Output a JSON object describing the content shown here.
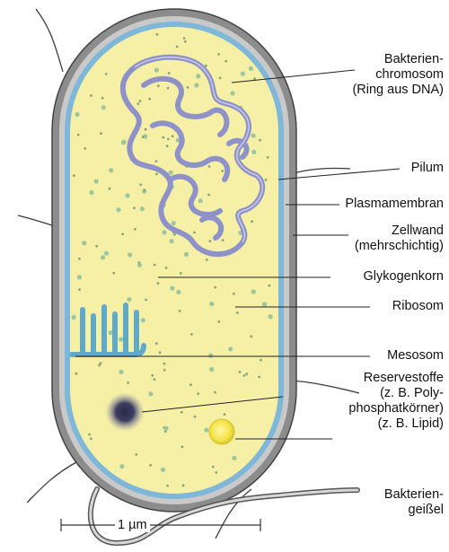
{
  "labels": {
    "chromosome": [
      "Bakterien-",
      "chromosom",
      "(Ring aus DNA)"
    ],
    "pilus": [
      "Pilum"
    ],
    "membrane": [
      "Plasmamembran"
    ],
    "wall": [
      "Zellwand",
      "(mehrschichtig)"
    ],
    "glycogen": [
      "Glykogenkorn"
    ],
    "ribosome": [
      "Ribosom"
    ],
    "mesosome": [
      "Mesosom"
    ],
    "reserve": [
      "Reservestoffe",
      "(z. B. Poly-",
      "phosphatkörner)",
      "(z. B. Lipid)"
    ],
    "flagellum": [
      "Bakterien-",
      "geißel"
    ]
  },
  "scale": "1 µm",
  "colors": {
    "cytoplasm": "#f6f0a6",
    "membrane": "#7fb7d8",
    "wall": "#8c8c8c",
    "dna": "#8f92c8",
    "mesosome": "#6bb0cf",
    "lipid": "#f4e34a"
  }
}
